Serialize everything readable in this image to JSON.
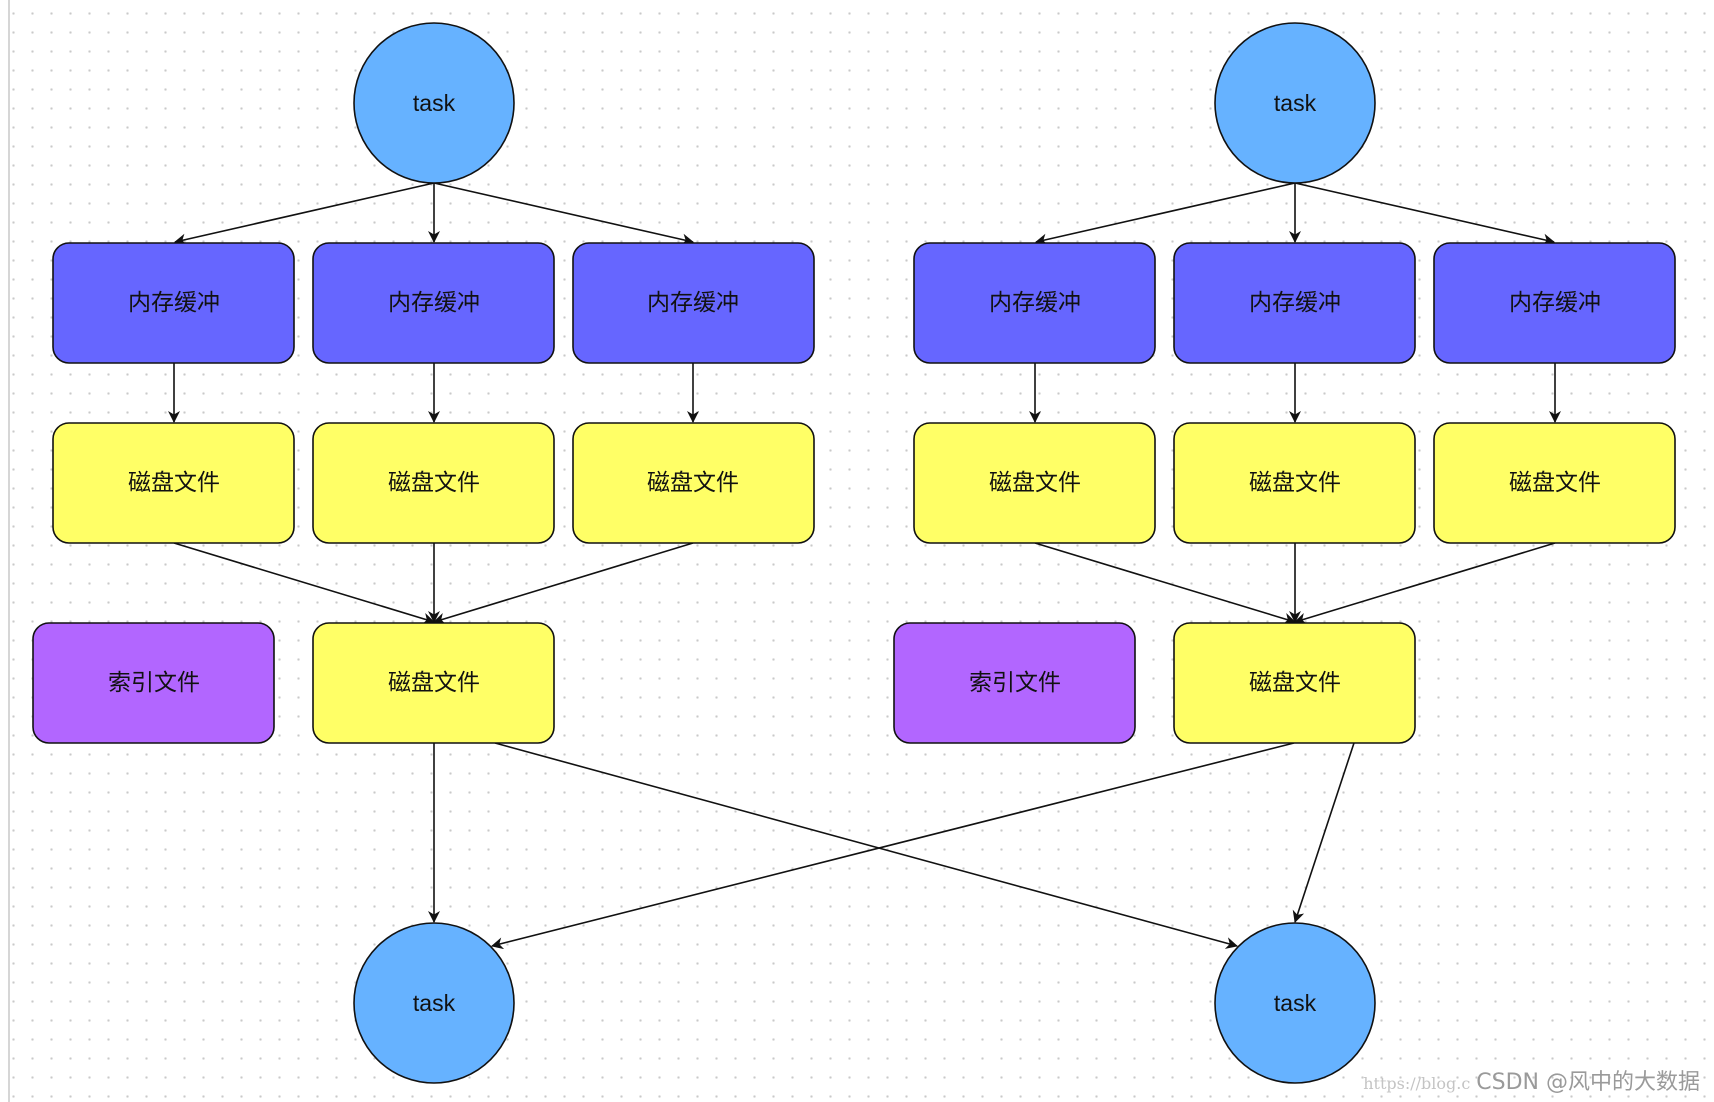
{
  "labels": {
    "task": "task",
    "memory_buffer": "内存缓冲",
    "disk_file": "磁盘文件",
    "index_file": "索引文件"
  },
  "colors": {
    "task": "#66b2ff",
    "memory_buffer": "#6666ff",
    "disk_file": "#ffff66",
    "index_file": "#b266ff",
    "stroke": "#111111"
  },
  "watermark": {
    "url": "https://blog.c",
    "text": "CSDN @风中的大数据"
  }
}
